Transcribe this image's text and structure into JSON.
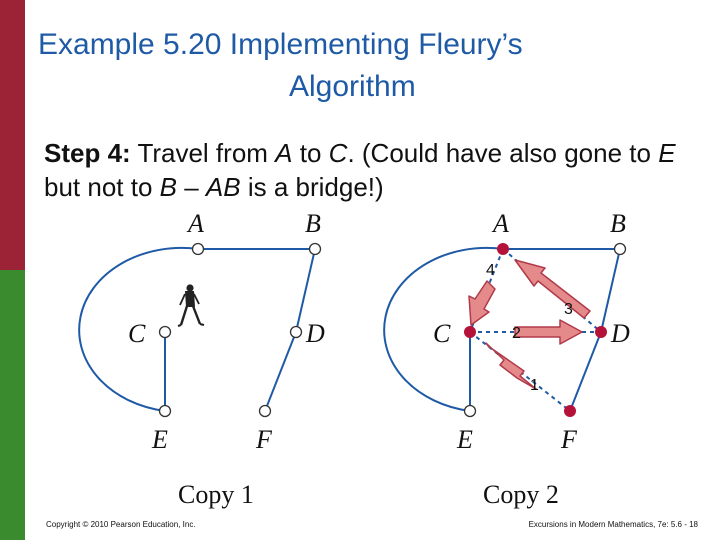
{
  "title": {
    "line1": "Example 5.20   Implementing Fleury’s",
    "line2": "Algorithm"
  },
  "body": {
    "step_label": "Step 4:",
    "text_1": " Travel from ",
    "a": "A",
    "text_2": " to ",
    "c": "C",
    "text_3": ". (Could have also gone to ",
    "e": "E",
    "text_4": " but not to ",
    "b": "B",
    "text_5": " – ",
    "ab": "AB",
    "text_6": " is a bridge!)"
  },
  "graph1": {
    "caption": "Copy 1",
    "labels": {
      "A": "A",
      "B": "B",
      "C": "C",
      "D": "D",
      "E": "E",
      "F": "F"
    }
  },
  "graph2": {
    "caption": "Copy 2",
    "labels": {
      "A": "A",
      "B": "B",
      "C": "C",
      "D": "D",
      "E": "E",
      "F": "F"
    },
    "edge_numbers": [
      "1",
      "2",
      "3",
      "4"
    ]
  },
  "colors": {
    "title": "#1f5aa6",
    "bar_top": "#9b2335",
    "bar_bottom": "#3a8a2e",
    "visited_vertex": "#b5123a",
    "arrow_fill": "#e58a8a",
    "arrow_stroke": "#b03a4a"
  },
  "icons": {
    "walker": "walking-person-icon"
  },
  "footer": {
    "left": "Copyright © 2010 Pearson Education, Inc.",
    "right": "Excursions in Modern Mathematics, 7e: 5.6 - 18"
  }
}
